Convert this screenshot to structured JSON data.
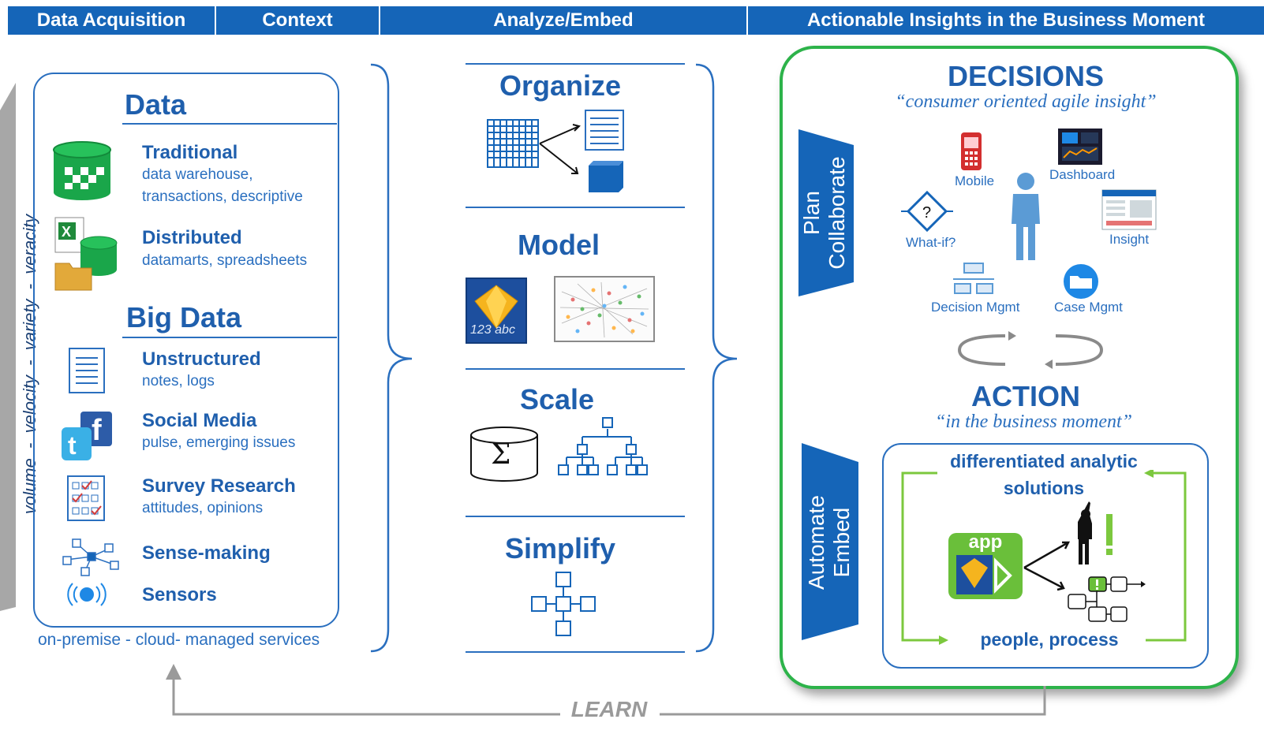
{
  "header": {
    "col1": "Data Acquisition",
    "col2": "Context",
    "col3": "Analyze/Embed",
    "col4": "Actionable Insights in the Business Moment"
  },
  "side_label": "volume  -  velocity  -  variety  -  veracity",
  "data_panel": {
    "data_title": "Data",
    "traditional_title": "Traditional",
    "traditional_sub1": "data warehouse,",
    "traditional_sub2": "transactions, descriptive",
    "distributed_title": "Distributed",
    "distributed_sub": "datamarts, spreadsheets",
    "bigdata_title": "Big Data",
    "unstructured_title": "Unstructured",
    "unstructured_sub": "notes, logs",
    "social_title": "Social Media",
    "social_sub": "pulse, emerging issues",
    "survey_title": "Survey Research",
    "survey_sub": "attitudes, opinions",
    "sense_title": "Sense-making",
    "sensors_title": "Sensors",
    "footer": "on-premise - cloud- managed services"
  },
  "middle": {
    "organize": "Organize",
    "model": "Model",
    "scale": "Scale",
    "simplify": "Simplify",
    "sigma": "Σ",
    "model_caption": "123 abc"
  },
  "insights": {
    "decisions_title": "DECISIONS",
    "decisions_quote": "“consumer oriented agile insight”",
    "tab1_line1": "Plan",
    "tab1_line2": "Collaborate",
    "tab2_line1": "Automate",
    "tab2_line2": "Embed",
    "mobile": "Mobile",
    "dashboard": "Dashboard",
    "whatif": "What-if?",
    "insight": "Insight",
    "decision_mgmt": "Decision Mgmt",
    "case_mgmt": "Case Mgmt",
    "action_title": "ACTION",
    "action_quote": "“in the business moment”",
    "solutions_line1": "differentiated analytic",
    "solutions_line2": "solutions",
    "app_label": "app",
    "people_process": "people, process"
  },
  "learn_label": "LEARN",
  "colors": {
    "primary_blue": "#1565b8",
    "text_blue": "#1f5fad",
    "green": "#2db34a",
    "gray": "#9a9a9a"
  }
}
